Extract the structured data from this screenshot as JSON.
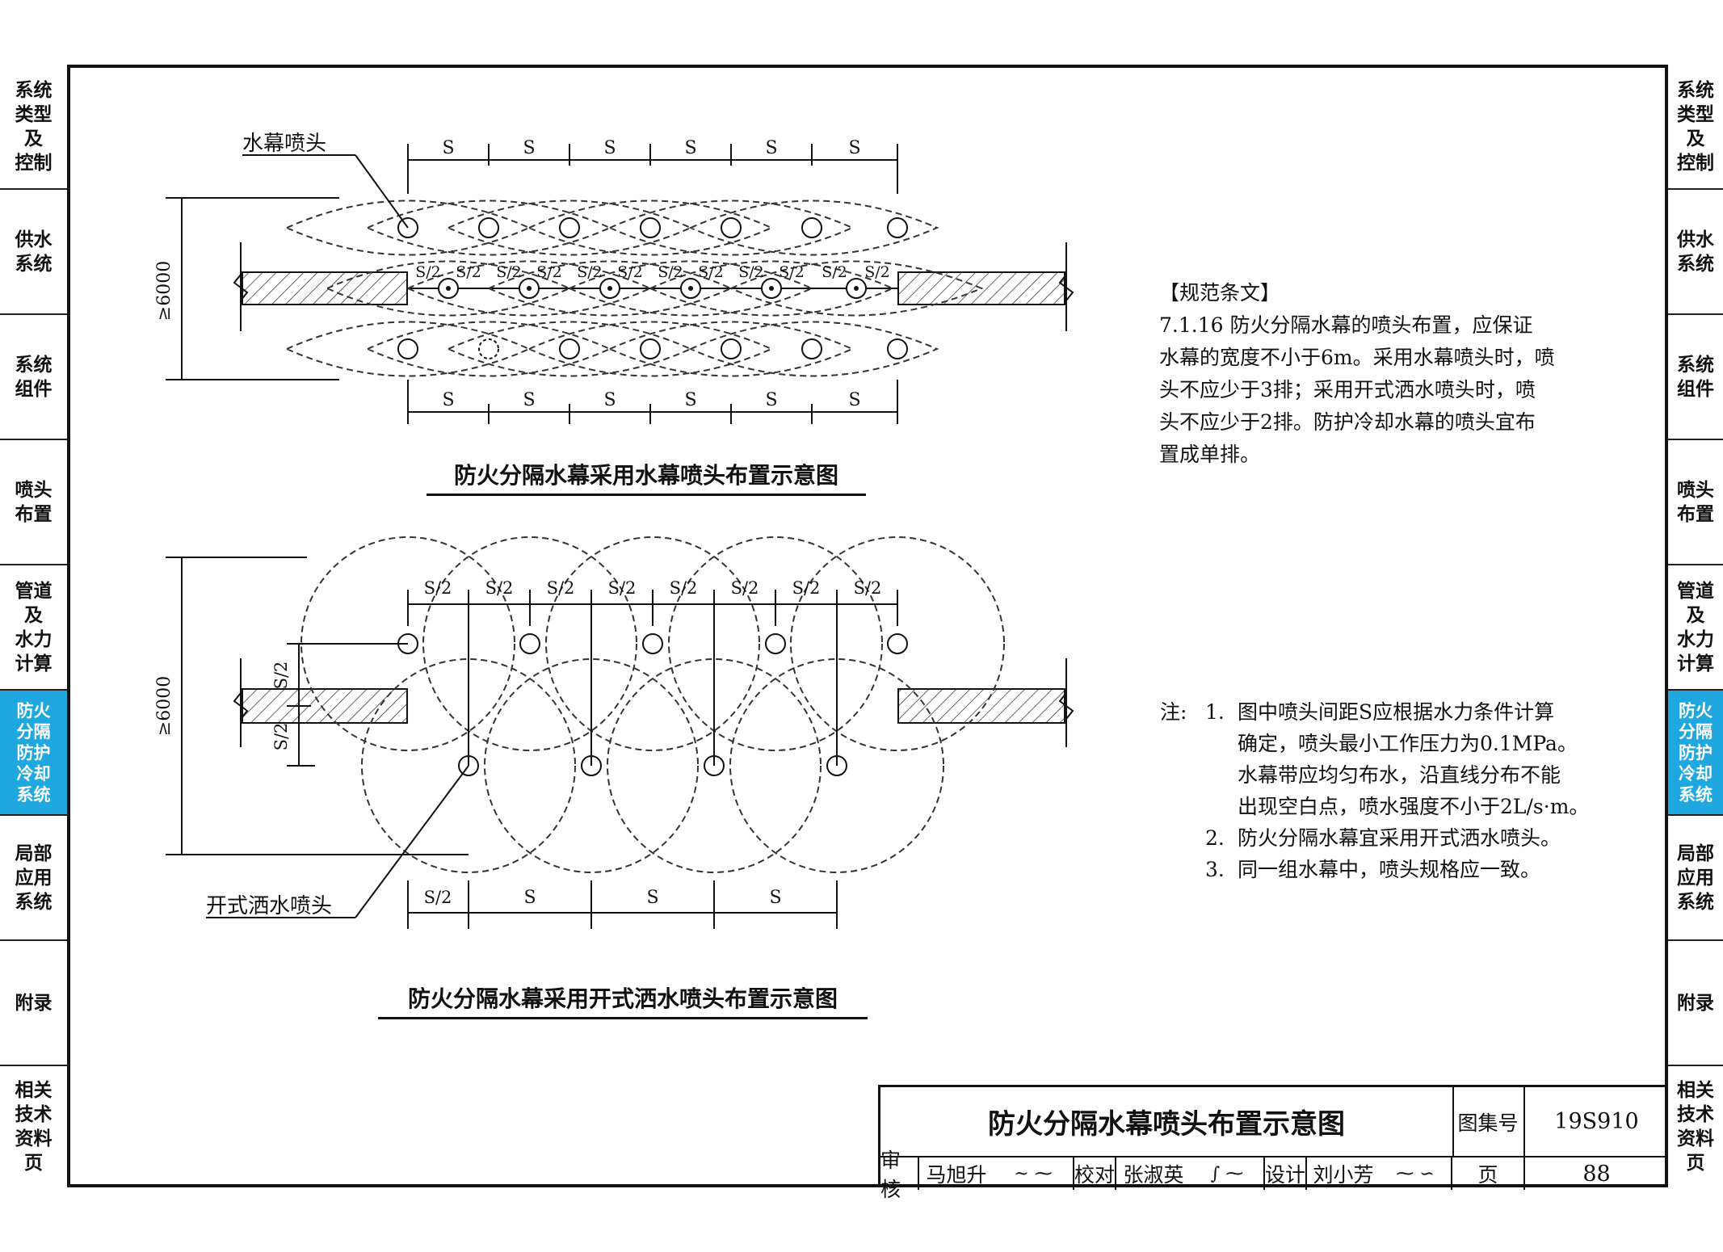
{
  "sidebar_left": [
    {
      "label": "系统\n类型\n及\n控制",
      "active": false
    },
    {
      "label": "供水\n系统",
      "active": false
    },
    {
      "label": "系统\n组件",
      "active": false
    },
    {
      "label": "喷头\n布置",
      "active": false
    },
    {
      "label": "管道\n及\n水力\n计算",
      "active": false
    },
    {
      "label": "防火\n分隔\n防护\n冷却\n系统",
      "active": true
    },
    {
      "label": "局部\n应用\n系统",
      "active": false
    },
    {
      "label": "附录",
      "active": false
    },
    {
      "label": "相关\n技术\n资料\n页",
      "active": false
    }
  ],
  "sidebar_right": [
    {
      "label": "系统\n类型\n及\n控制",
      "active": false
    },
    {
      "label": "供水\n系统",
      "active": false
    },
    {
      "label": "系统\n组件",
      "active": false
    },
    {
      "label": "喷头\n布置",
      "active": false
    },
    {
      "label": "管道\n及\n水力\n计算",
      "active": false
    },
    {
      "label": "防火\n分隔\n防护\n冷却\n系统",
      "active": true
    },
    {
      "label": "局部\n应用\n系统",
      "active": false
    },
    {
      "label": "附录",
      "active": false
    },
    {
      "label": "相关\n技术\n资料\n页",
      "active": false
    }
  ],
  "accent_color": "#1fa8e0",
  "diagram1": {
    "callout": "水幕喷头",
    "dim_s": "S",
    "dim_half": "S/2",
    "height_label": "≥6000",
    "caption": "防火分隔水幕采用水幕喷头布置示意图"
  },
  "diagram2": {
    "callout": "开式洒水喷头",
    "dim_s": "S",
    "dim_half": "S/2",
    "height_label": "≥6000",
    "caption": "防火分隔水幕采用开式洒水喷头布置示意图"
  },
  "spec": {
    "heading": "【规范条文】",
    "lines": [
      "7.1.16 防火分隔水幕的喷头布置，应保证",
      "水幕的宽度不小于6m。采用水幕喷头时，喷",
      "头不应少于3排；采用开式洒水喷头时，喷",
      "头不应少于2排。防护冷却水幕的喷头宜布",
      "置成单排。"
    ]
  },
  "notes": {
    "prefix": "注:",
    "items": [
      {
        "num": "1.",
        "lines": [
          "图中喷头间距S应根据水力条件计算",
          "确定，喷头最小工作压力为0.1MPa。",
          "水幕带应均匀布水，沿直线分布不能",
          "出现空白点，喷水强度不小于2L/s·m。"
        ]
      },
      {
        "num": "2.",
        "lines": [
          "防火分隔水幕宜采用开式洒水喷头。"
        ]
      },
      {
        "num": "3.",
        "lines": [
          "同一组水幕中，喷头规格应一致。"
        ]
      }
    ]
  },
  "titleblock": {
    "title": "防火分隔水幕喷头布置示意图",
    "atlas_label": "图集号",
    "atlas_no": "19S910",
    "review_label": "审核",
    "review_name": "马旭升",
    "check_label": "校对",
    "check_name": "张淑英",
    "design_label": "设计",
    "design_name": "刘小芳",
    "page_label": "页",
    "page_no": "88"
  }
}
